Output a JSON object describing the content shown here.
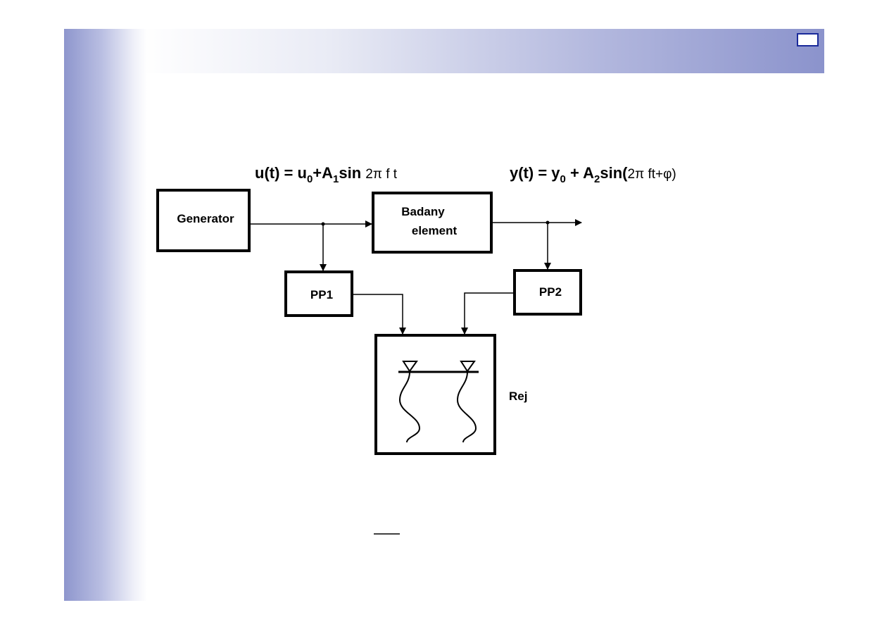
{
  "equations": {
    "input": {
      "lhs": "u(t) = u",
      "sub0": "0",
      "plus": "+A",
      "sub1": "1",
      "sin": "sin ",
      "arg": "2π f t"
    },
    "output": {
      "lhs": "y(t) = y",
      "sub0": "0",
      "plus": " + A",
      "sub2": "2",
      "sin": "sin(",
      "arg": "2π ft+φ)"
    }
  },
  "blocks": {
    "generator": "Generator",
    "badany_line1": "Badany",
    "badany_line2": "element",
    "pp1": "PP1",
    "pp2": "PP2",
    "rej": "Rej"
  }
}
